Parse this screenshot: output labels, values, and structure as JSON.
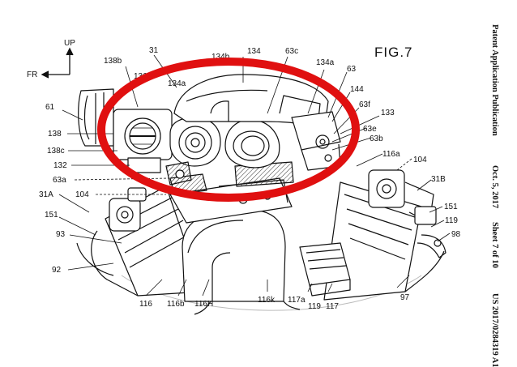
{
  "figure": {
    "title": "FIG.7",
    "direction_up": "UP",
    "direction_fr": "FR"
  },
  "header": {
    "publication": "Patent Application Publication",
    "date": "Oct. 5, 2017",
    "sheet": "Sheet 7 of 10",
    "number": "US 2017/0284319 A1"
  },
  "callouts": {
    "l138b": "138b",
    "l31": "31",
    "l134": "134",
    "l63c": "63c",
    "l134a_top": "134a",
    "l63": "63",
    "l144": "144",
    "l63f": "63f",
    "l133": "133",
    "l63e": "63e",
    "l63b": "63b",
    "l116a": "116a",
    "l104_r": "104",
    "l31B": "31B",
    "l151_r": "151",
    "l119_r": "119",
    "l98": "98",
    "l61": "61",
    "l138": "138",
    "l138c": "138c",
    "l132": "132",
    "l63a": "63a",
    "l31A": "31A",
    "l104_l": "104",
    "l151_l": "151",
    "l93": "93",
    "l92": "92",
    "l116": "116",
    "l116b": "116b",
    "l116H": "116H",
    "l116k": "116k",
    "l117a": "117a",
    "l119_b": "119",
    "l117": "117",
    "l97": "97",
    "l134a_mid": "134a",
    "l136": "136",
    "l134b": "134b"
  },
  "highlight": {
    "color": "#e01010"
  }
}
